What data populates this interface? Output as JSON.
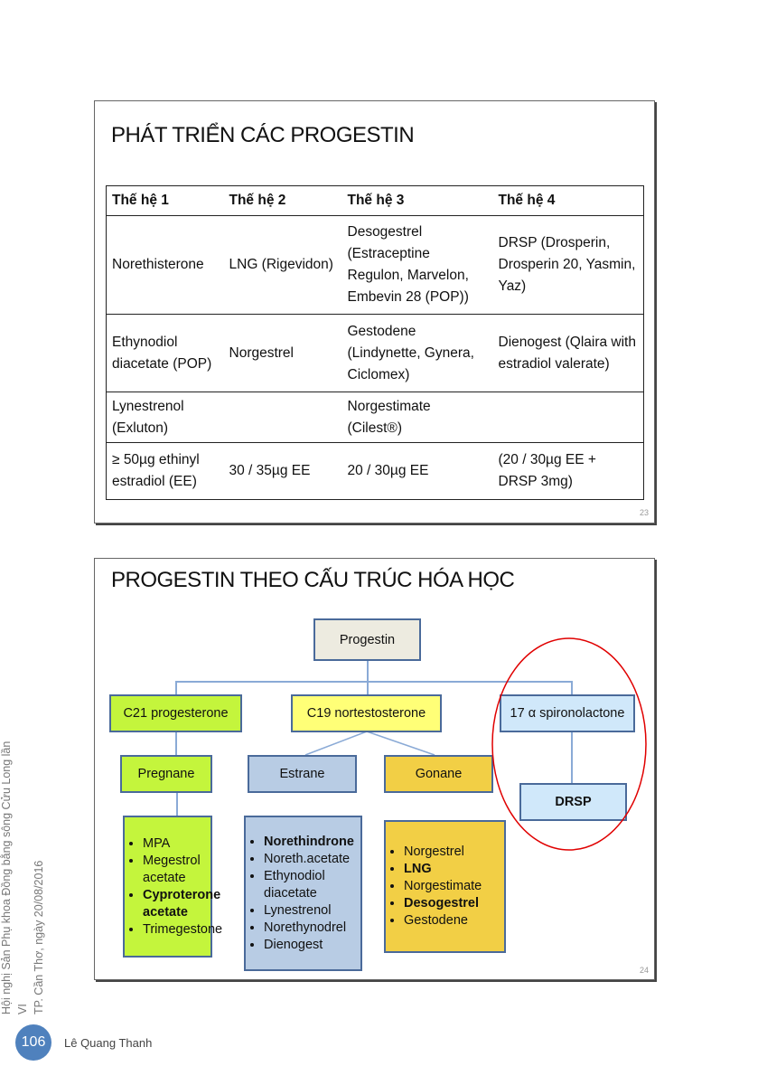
{
  "slide1": {
    "title": "PHÁT TRIỂN CÁC PROGESTIN",
    "headers": [
      "Thế hệ 1",
      "Thế hệ 2",
      "Thế hệ 3",
      "Thế hệ 4"
    ],
    "rows": [
      [
        "Norethisterone",
        "LNG (Rigevidon)",
        "Desogestrel (Estraceptine Regulon, Marvelon, Embevin 28 (POP))",
        "DRSP (Drosperin, Drosperin 20, Yasmin, Yaz)"
      ],
      [
        "Ethynodiol diacetate (POP)",
        "Norgestrel",
        "Gestodene (Lindynette, Gynera, Ciclomex)",
        "Dienogest (Qlaira with estradiol valerate)"
      ],
      [
        "Lynestrenol (Exluton)",
        "",
        "Norgestimate (Cilest®)",
        ""
      ],
      [
        "≥ 50µg ethinyl estradiol (EE)",
        "30 / 35µg EE",
        "20 / 30µg EE",
        "(20 / 30µg EE + DRSP 3mg)"
      ]
    ],
    "page_number": "23"
  },
  "slide2": {
    "title": "PROGESTIN THEO CẤU TRÚC HÓA HỌC",
    "root": "Progestin",
    "c21": "C21 progesterone",
    "c19": "C19 nortestosterone",
    "spiro": "17 α spironolactone",
    "pregnane": "Pregnane",
    "estrane": "Estrane",
    "gonane": "Gonane",
    "drsp": "DRSP",
    "pregnane_list": [
      "MPA",
      "Megestrol acetate",
      "Cyproterone acetate",
      "Trimegestone"
    ],
    "estrane_list": [
      "Norethindrone",
      "Noreth.acetate",
      "Ethynodiol diacetate",
      "Lynestrenol",
      "Norethynodrel",
      "Dienogest"
    ],
    "gonane_list": [
      "Norgestrel",
      "LNG",
      "Norgestimate",
      "Desogestrel",
      "Gestodene"
    ],
    "page_number": "24",
    "colors": {
      "green": "#c4f53c",
      "yellow": "#ffff77",
      "lightblue": "#d0e8fa",
      "steel": "#b8cce4",
      "gold": "#f2cf45",
      "grey": "#edebe0",
      "circle": "#e00000"
    }
  },
  "footer": {
    "side_line1": "Hội nghị Sản Phụ khoa Đồng bằng sông Cửu Long lần VI",
    "side_line2": "TP. Cần Thơ, ngày 20/08/2016",
    "page": "106",
    "author": "Lê Quang Thanh"
  }
}
